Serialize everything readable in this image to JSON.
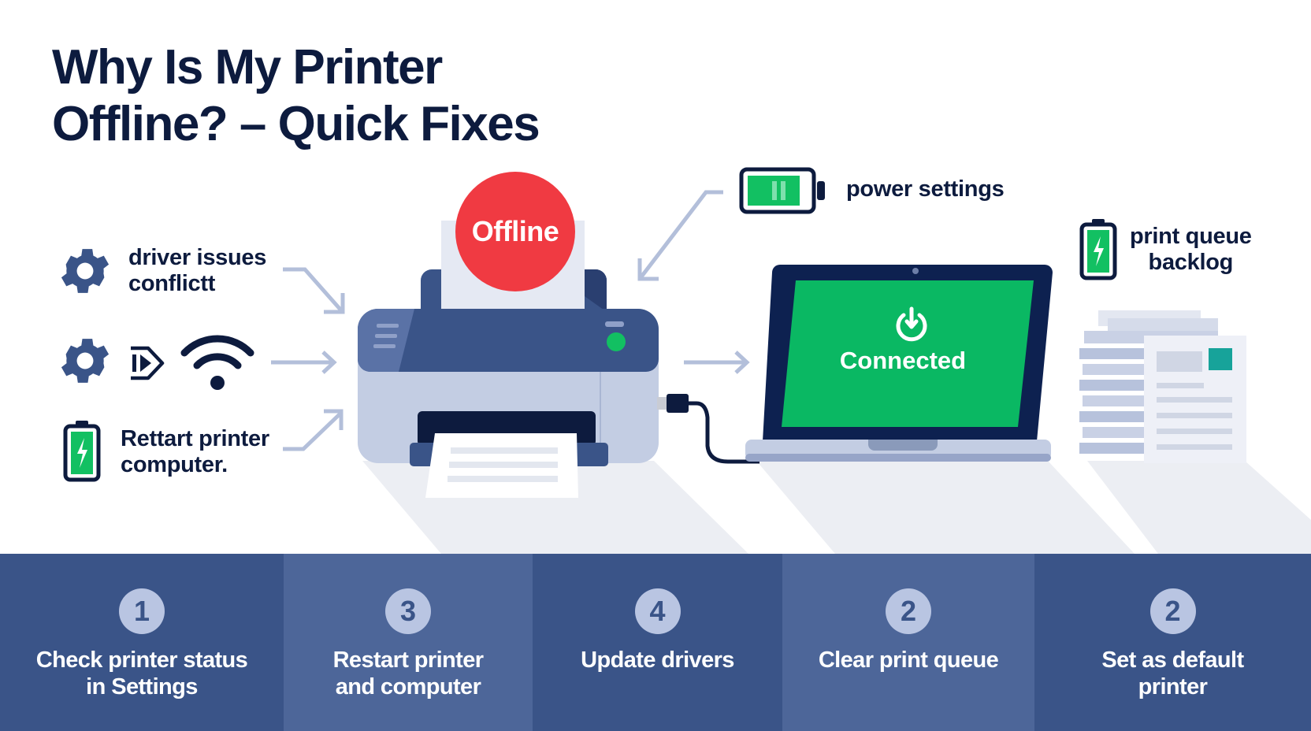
{
  "title": {
    "line1": "Why Is My Printer",
    "line2": "Offline? – Quick Fixes"
  },
  "causes": {
    "driver": {
      "icon": "gear-icon",
      "line1": "driver issues",
      "line2": "conflictt"
    },
    "connection": {
      "icons": [
        "gear-icon",
        "ethernet-port-icon",
        "wifi-icon"
      ]
    },
    "restart": {
      "icon": "battery-charging-icon",
      "line1": "Rettart printer",
      "line2": "computer."
    },
    "power": {
      "icon": "battery-icon",
      "label": "power settings"
    },
    "queue": {
      "icon": "battery-charging-icon",
      "line1": "print queue",
      "line2": "backlog"
    }
  },
  "printer": {
    "status_label": "Offline",
    "status_color": "#f03a42",
    "indicator_color": "#12c062"
  },
  "laptop": {
    "status_label": "Connected",
    "status_icon": "power-icon",
    "screen_color": "#0ab863"
  },
  "steps": [
    {
      "number": "1",
      "line1": "Check printer status",
      "line2": "in Settings"
    },
    {
      "number": "3",
      "line1": "Restart printer",
      "line2": "and computer"
    },
    {
      "number": "4",
      "line1": "Update drivers",
      "line2": ""
    },
    {
      "number": "2",
      "line1": "Clear print queue",
      "line2": ""
    },
    {
      "number": "2",
      "line1": "Set as default",
      "line2": "printer"
    }
  ],
  "colors": {
    "navy": "#0d1b3e",
    "steel_blue": "#3a5488",
    "light_blue": "#b9c5e2",
    "green": "#12c062",
    "red": "#f03a42"
  }
}
